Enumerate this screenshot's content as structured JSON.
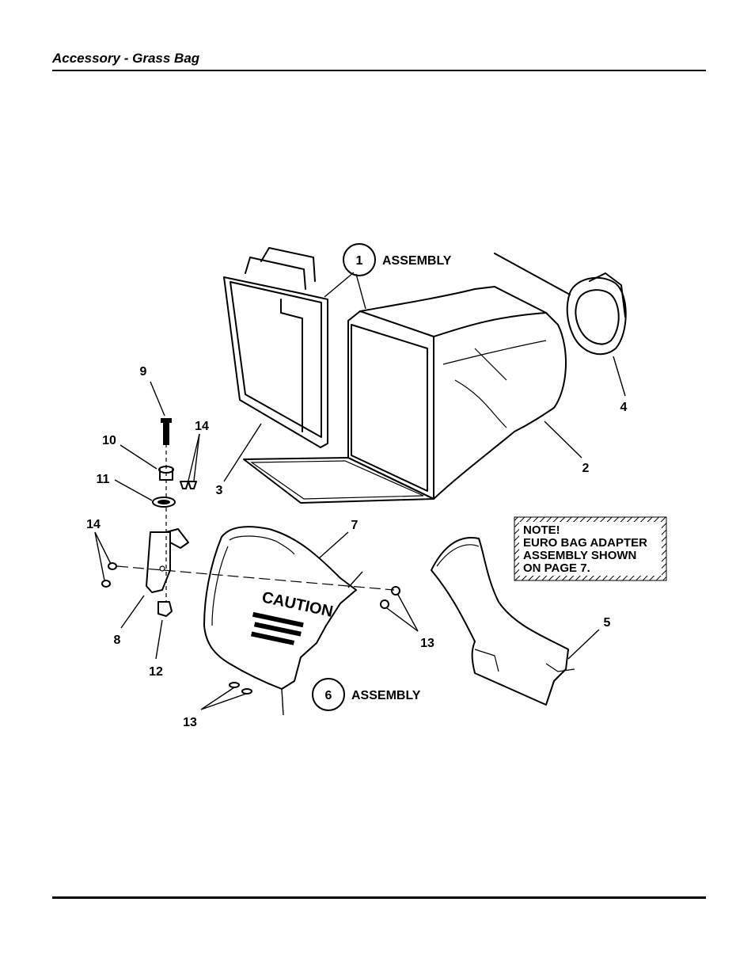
{
  "header": {
    "title": "Accessory - Grass Bag"
  },
  "diagram": {
    "callouts": {
      "c1": "1",
      "c2": "2",
      "c3": "3",
      "c4": "4",
      "c5": "5",
      "c6": "6",
      "c7": "7",
      "c8": "8",
      "c9": "9",
      "c10": "10",
      "c11": "11",
      "c12": "12",
      "c13a": "13",
      "c13b": "13",
      "c14a": "14",
      "c14b": "14"
    },
    "assembly_label_1": "ASSEMBLY",
    "assembly_label_6": "ASSEMBLY",
    "decal_text": "CAUTION",
    "note": {
      "line1": "NOTE!",
      "line2": "EURO BAG ADAPTER",
      "line3": "ASSEMBLY SHOWN",
      "line4": "ON PAGE 7."
    }
  }
}
